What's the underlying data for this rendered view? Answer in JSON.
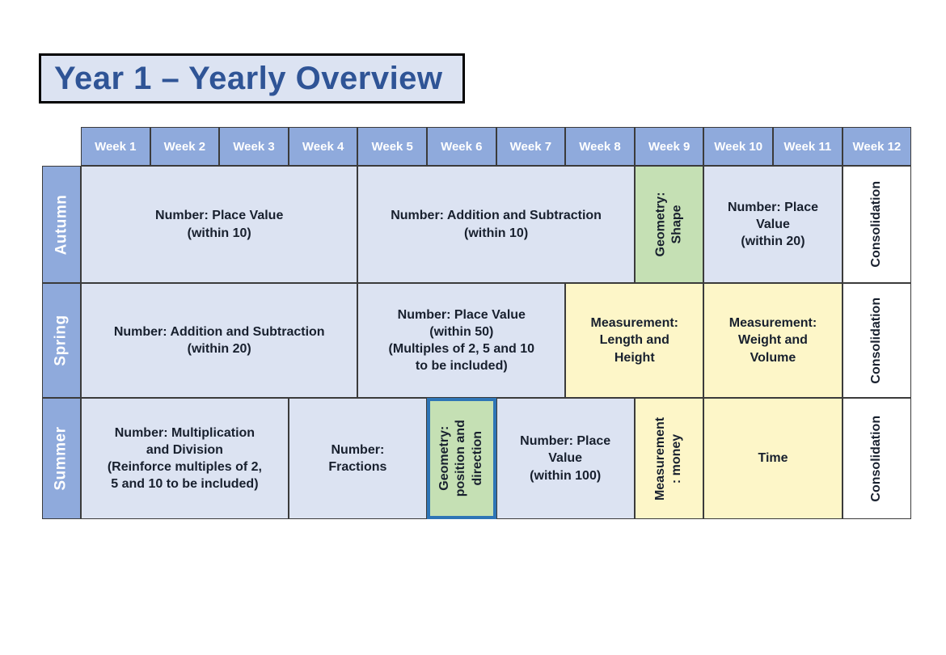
{
  "page": {
    "title": "Year 1 – Yearly Overview"
  },
  "colors": {
    "header_blue": "#8FAADC",
    "cell_blue": "#DCE3F2",
    "cell_green": "#C5E0B4",
    "cell_yellow": "#FDF6C8",
    "cell_white": "#FFFFFF",
    "title_text": "#2F5496",
    "selection_border": "#2E75B6"
  },
  "columns": [
    {
      "label": "Week 1"
    },
    {
      "label": "Week 2"
    },
    {
      "label": "Week 3"
    },
    {
      "label": "Week 4"
    },
    {
      "label": "Week 5"
    },
    {
      "label": "Week 6"
    },
    {
      "label": "Week 7"
    },
    {
      "label": "Week 8"
    },
    {
      "label": "Week 9"
    },
    {
      "label": "Week 10"
    },
    {
      "label": "Week 11"
    },
    {
      "label": "Week 12"
    }
  ],
  "rows": [
    {
      "season": "Autumn",
      "cells": [
        {
          "start": 1,
          "span": 4,
          "color": "blue",
          "orientation": "horizontal",
          "lines": [
            "Number: Place Value",
            "(within 10)"
          ]
        },
        {
          "start": 5,
          "span": 4,
          "color": "blue",
          "orientation": "horizontal",
          "lines": [
            "Number: Addition and Subtraction",
            "(within 10)"
          ]
        },
        {
          "start": 9,
          "span": 1,
          "color": "green",
          "orientation": "vertical",
          "lines": [
            "Geometry:",
            "Shape"
          ]
        },
        {
          "start": 10,
          "span": 2,
          "color": "blue",
          "orientation": "horizontal",
          "lines": [
            "Number: Place",
            "Value",
            "(within 20)"
          ]
        },
        {
          "start": 12,
          "span": 1,
          "color": "white",
          "orientation": "vertical",
          "lines": [
            "Consolidation"
          ]
        }
      ]
    },
    {
      "season": "Spring",
      "cells": [
        {
          "start": 1,
          "span": 4,
          "color": "blue",
          "orientation": "horizontal",
          "lines": [
            "Number: Addition and Subtraction",
            "(within 20)"
          ]
        },
        {
          "start": 5,
          "span": 3,
          "color": "blue",
          "orientation": "horizontal",
          "lines": [
            "Number: Place Value",
            "(within 50)",
            "(Multiples of 2, 5 and 10",
            "to be included)"
          ]
        },
        {
          "start": 8,
          "span": 2,
          "color": "yellow",
          "orientation": "horizontal",
          "lines": [
            "Measurement:",
            "Length and",
            "Height"
          ]
        },
        {
          "start": 10,
          "span": 2,
          "color": "yellow",
          "orientation": "horizontal",
          "lines": [
            "Measurement:",
            "Weight and",
            "Volume"
          ]
        },
        {
          "start": 12,
          "span": 1,
          "color": "white",
          "orientation": "vertical",
          "lines": [
            "Consolidation"
          ]
        }
      ]
    },
    {
      "season": "Summer",
      "cells": [
        {
          "start": 1,
          "span": 3,
          "color": "blue",
          "orientation": "horizontal",
          "lines": [
            "Number: Multiplication",
            "and Division",
            "(Reinforce multiples of 2,",
            "5 and 10 to be included)"
          ]
        },
        {
          "start": 4,
          "span": 2,
          "color": "blue",
          "orientation": "horizontal",
          "lines": [
            "Number:",
            "Fractions"
          ]
        },
        {
          "start": 6,
          "span": 1,
          "color": "green",
          "orientation": "vertical",
          "lines": [
            "Geometry:",
            "position and",
            "direction"
          ],
          "selected": true
        },
        {
          "start": 7,
          "span": 2,
          "color": "blue",
          "orientation": "horizontal",
          "lines": [
            "Number: Place",
            "Value",
            "(within 100)"
          ]
        },
        {
          "start": 9,
          "span": 1,
          "color": "yellow",
          "orientation": "vertical",
          "lines": [
            "Measurement",
            ": money"
          ]
        },
        {
          "start": 10,
          "span": 2,
          "color": "yellow",
          "orientation": "horizontal",
          "lines": [
            "Time"
          ]
        },
        {
          "start": 12,
          "span": 1,
          "color": "white",
          "orientation": "vertical",
          "lines": [
            "Consolidation"
          ]
        }
      ]
    }
  ]
}
